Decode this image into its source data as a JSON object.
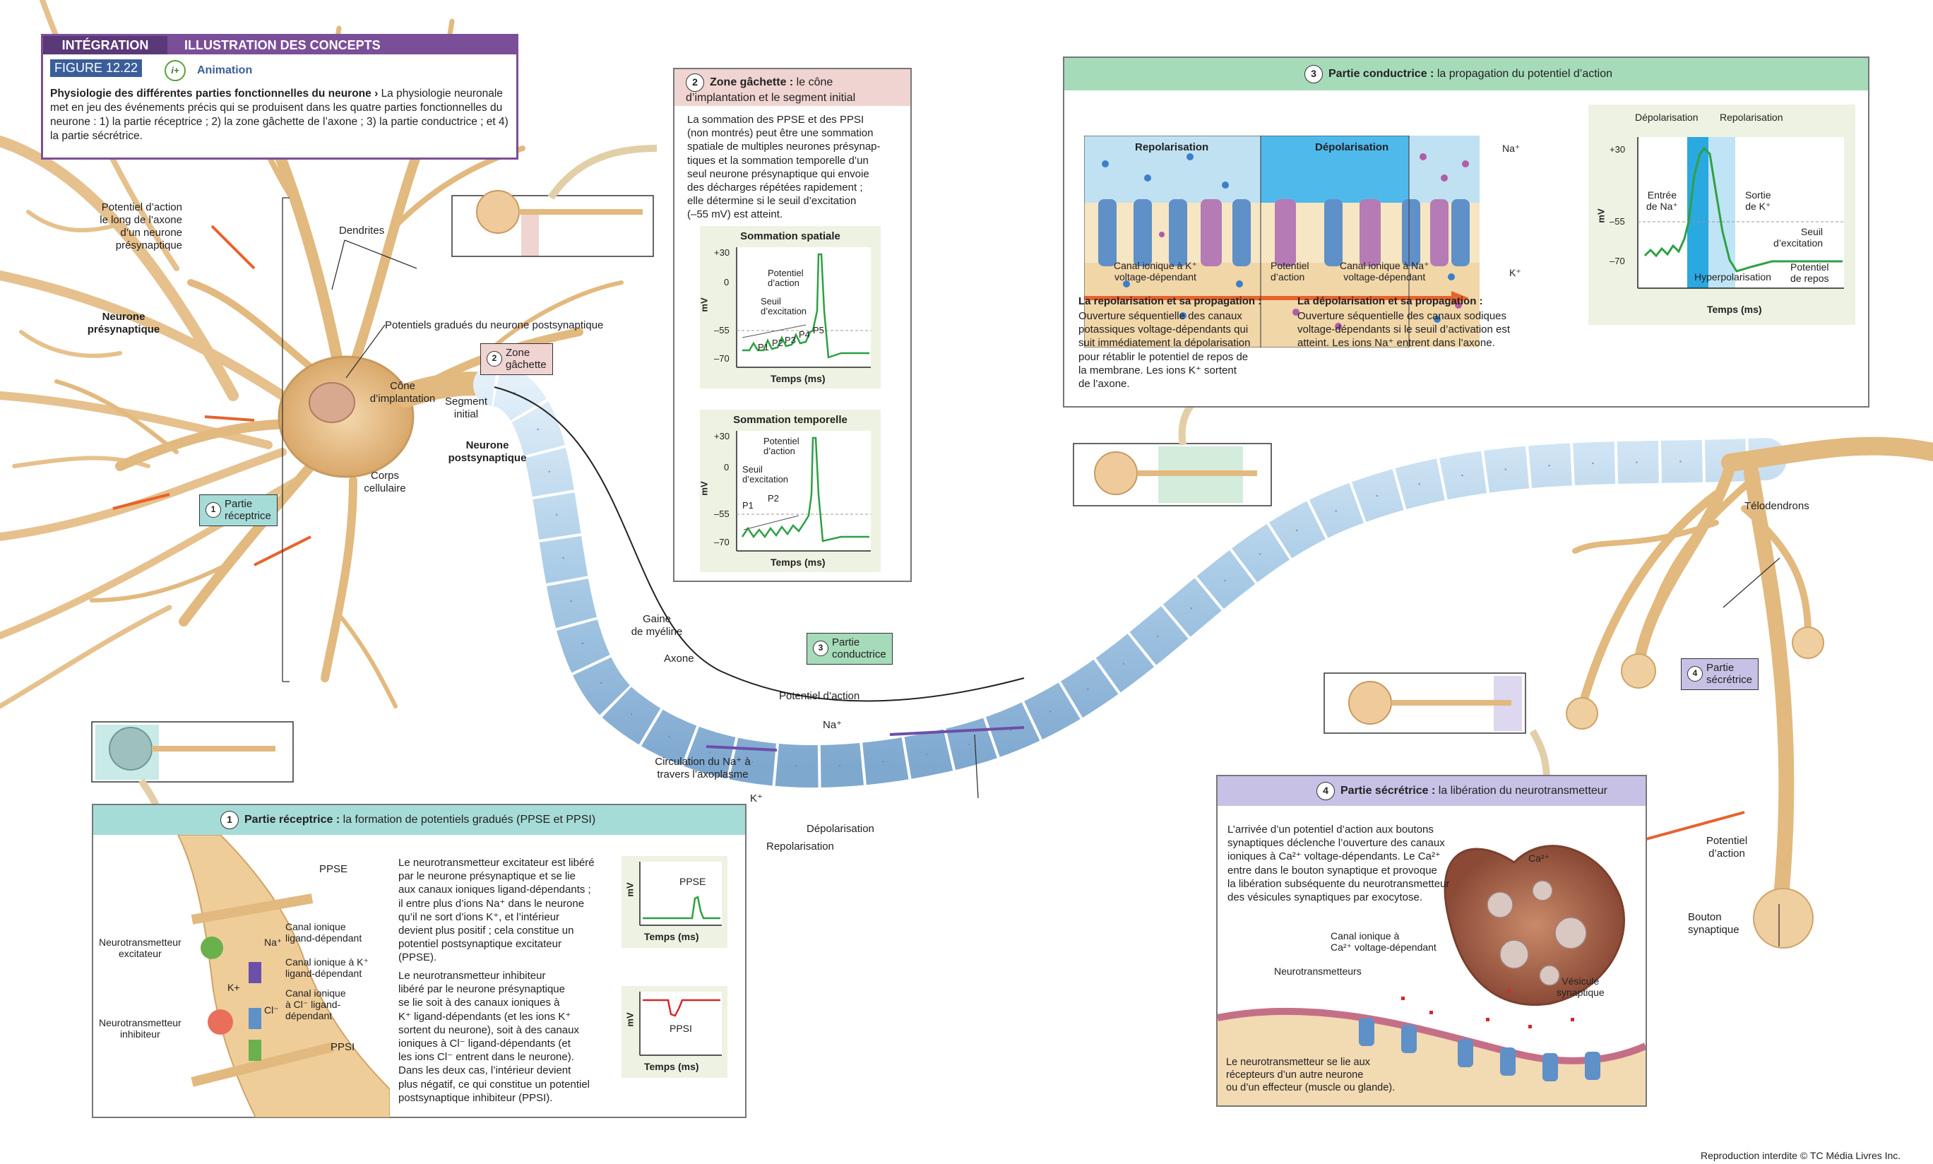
{
  "colors": {
    "neuron": "#e9c795",
    "neuron_dark": "#c89a5e",
    "myelin": "#b8d6ef",
    "accent_purple": "#7b4f97",
    "teal": "#a6dcd8",
    "green": "#a6dbb9",
    "pink": "#f0d4d2",
    "lilac": "#c8c1e6",
    "graph_green": "#2ea043",
    "graph_red": "#d62828",
    "arrow_orange": "#e8622c"
  },
  "header": {
    "integration": "INTÉGRATION",
    "concepts": "ILLUSTRATION DES CONCEPTS",
    "figure": "FIGURE 12.22",
    "animation": "Animation",
    "animation_icon": "i+",
    "title": "Physiologie des différentes parties fonctionnelles du neurone",
    "arrow": "›",
    "desc": "La physiologie neuronale met en jeu des événements précis qui se produisent dans les quatre parties fonctionnelles du neurone : 1) la partie réceptrice ; 2) la zone gâchette de l’axone ; 3) la partie conductrice ; et 4) la partie sécrétrice."
  },
  "labels": {
    "pa_presyn": "Potentiel d’action\nle long de l’axone\nd’un neurone\nprésynaptique",
    "neurone_pre": "Neurone\nprésynaptique",
    "dendrites": "Dendrites",
    "potentiels_gradues": "Potentiels gradués du neurone postsynaptique",
    "zone_gachette_num": "2",
    "zone_gachette": "Zone\ngâchette",
    "cone": "Cône\nd’implantation",
    "segment": "Segment\ninitial",
    "neurone_post": "Neurone\npostsynaptique",
    "corps": "Corps\ncellulaire",
    "partie_receptrice_num": "1",
    "partie_receptrice": "Partie\nréceptrice",
    "gaine": "Gaine\nde myéline",
    "axone": "Axone",
    "partie_conductrice_num": "3",
    "partie_conductrice": "Partie\nconductrice",
    "potentiel_action": "Potentiel d’action",
    "na": "Na⁺",
    "circulation": "Circulation du Na⁺ à\ntravers l’axoplasme",
    "k": "K⁺",
    "depolarisation": "Dépolarisation",
    "repolarisation": "Repolarisation",
    "telodendrons": "Télodendrons",
    "partie_secretrice_num": "4",
    "partie_secretrice": "Partie\nsécrétrice",
    "pa_right": "Potentiel\nd’action",
    "bouton": "Bouton\nsynaptique",
    "copyright": "Reproduction interdite © TC Média Livres Inc."
  },
  "panel2": {
    "num": "2",
    "title_bold": "Zone gâchette :",
    "title": " le cône\nd’implantation et le segment initial",
    "text": "La sommation des PPSE et des PPSI\n(non montrés) peut être une sommation\nspatiale de multiples neurones présynap-\ntiques et la sommation temporelle d’un\nseul neurone présynaptique qui envoie\ndes décharges répétées rapidement ;\nelle détermine si le seuil d’excitation\n(–55 mV) est atteint.",
    "g1_title": "Sommation spatiale",
    "g1_pa": "Potentiel\nd’action",
    "g1_seuil": "Seuil\nd’excitation",
    "g1_p": [
      "P1",
      "P2",
      "P3",
      "P4",
      "P5"
    ],
    "g2_title": "Sommation temporelle",
    "g2_pa": "Potentiel\nd’action",
    "g2_seuil": "Seuil\nd’excitation",
    "g2_p": [
      "P1",
      "P2"
    ],
    "ticks": [
      "+30",
      "0",
      "–55",
      "–70"
    ],
    "ylabel": "mV",
    "xlabel": "Temps (ms)"
  },
  "panel3": {
    "num": "3",
    "title_bold": "Partie conductrice :",
    "title": " la propagation du potentiel d’action",
    "repol": "Repolarisation",
    "depol": "Dépolarisation",
    "na": "Na⁺",
    "k": "K⁺",
    "canal_k": "Canal ionique à K⁺\nvoltage-dépendant",
    "pa": "Potentiel\nd’action",
    "canal_na": "Canal ionique à Na⁺\nvoltage-dépendant",
    "repol_title": "La repolarisation et sa propagation :",
    "repol_text": "Ouverture séquentielle des canaux\npotassiques voltage-dépendants qui\nsuit immédiatement la dépolarisation\npour rétablir le potentiel de repos de\nla membrane. Les ions K⁺ sortent\nde l’axone.",
    "depol_title": "La dépolarisation et sa propagation :",
    "depol_text": "Ouverture séquentielle des canaux sodiques\nvoltage-dépendants si le seuil d’activation est\natteint. Les ions Na⁺ entrent dans l’axone.",
    "g_depol": "Dépolarisation",
    "g_repol": "Repolarisation",
    "g_entree": "Entrée\nde Na⁺",
    "g_sortie": "Sortie\nde K⁺",
    "g_seuil": "Seuil\nd’excitation",
    "g_repos": "Potentiel\nde repos",
    "g_hyper": "Hyperpolarisation",
    "ticks": [
      "+30",
      "–55",
      "–70"
    ],
    "ylabel": "mV",
    "xlabel": "Temps (ms)"
  },
  "panel1": {
    "num": "1",
    "title_bold": "Partie réceptrice :",
    "title": " la formation de potentiels gradués (PPSE et PPSI)",
    "ppse": "PPSE",
    "na": "Na⁺",
    "canal_lig": "Canal ionique\nligand-dépendant",
    "neuro_exc": "Neurotransmetteur\nexcitateur",
    "k": "K+",
    "canal_k": "Canal ionique à K⁺\nligand-dépendant",
    "cl": "Cl⁻",
    "canal_cl": "Canal ionique\nà Cl⁻ ligand-\ndépendant",
    "neuro_inh": "Neurotransmetteur\ninhibiteur",
    "ppsi": "PPSI",
    "text1": "Le neurotransmetteur excitateur est libéré\npar le neurone présynaptique et se lie\naux canaux ioniques ligand-dépendants ;\nil entre plus d’ions Na⁺ dans le neurone\nqu’il ne sort d’ions K⁺, et l’intérieur\ndevient plus positif ; cela constitue un\npotentiel postsynaptique excitateur\n(PPSE).",
    "text2": "Le neurotransmetteur inhibiteur\nlibéré par le neurone présynaptique\nse lie soit à des canaux ioniques à\nK⁺ ligand-dépendants (et les ions K⁺\nsortent du neurone), soit à des canaux\nioniques à Cl⁻ ligand-dépendants (et\nles ions Cl⁻ entrent dans le neurone).\nDans les deux cas, l’intérieur devient\nplus négatif, ce qui constitue un potentiel\npostsynaptique inhibiteur (PPSI).",
    "g_ppse": "PPSE",
    "g_ppsi": "PPSI",
    "ylabel": "mV",
    "xlabel": "Temps (ms)"
  },
  "panel4": {
    "num": "4",
    "title_bold": "Partie sécrétrice :",
    "title": " la libération du neurotransmetteur",
    "text": "L’arrivée d’un potentiel d’action aux boutons\nsynaptiques déclenche l’ouverture des canaux\nioniques à Ca²⁺ voltage-dépendants. Le Ca²⁺\nentre dans le bouton synaptique et provoque\nla libération subséquente du neurotransmetteur\ndes vésicules synaptiques par exocytose.",
    "ca": "Ca²⁺",
    "canal_ca": "Canal ionique à\nCa²⁺ voltage-dépendant",
    "neurotrans": "Neurotransmetteurs",
    "vesicule": "Vésicule\nsynaptique",
    "text2": "Le neurotransmetteur se lie aux\nrécepteurs d’un autre neurone\nou d’un effecteur (muscle ou glande)."
  }
}
